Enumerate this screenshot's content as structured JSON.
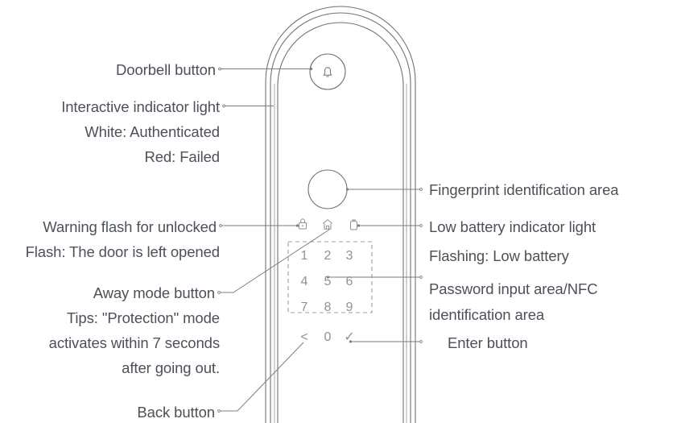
{
  "diagram": {
    "title": "Smart door lock front panel callout diagram",
    "colors": {
      "text": "#4c5159",
      "keycap_text": "#8d9298",
      "outline": "#6e7277",
      "leader_line": "#7a7e83",
      "dashed_box": "#9aa0a6",
      "background": "#ffffff"
    }
  },
  "labels_left": [
    {
      "id": "doorbell-button",
      "text": "Doorbell button"
    },
    {
      "id": "interactive-indicator",
      "text": "Interactive indicator light"
    },
    {
      "id": "white-authenticated",
      "text": "White: Authenticated"
    },
    {
      "id": "red-failed",
      "text": "Red: Failed"
    },
    {
      "id": "warning-flash",
      "text": "Warning flash for unlocked"
    },
    {
      "id": "flash-door-opened",
      "text": "Flash: The door is left opened"
    },
    {
      "id": "away-mode-button",
      "text": "Away mode button"
    },
    {
      "id": "tips-protection-1",
      "text": "Tips: \"Protection\" mode"
    },
    {
      "id": "tips-protection-2",
      "text": "activates within 7 seconds"
    },
    {
      "id": "tips-protection-3",
      "text": "after going out."
    },
    {
      "id": "back-button",
      "text": "Back button"
    }
  ],
  "labels_right": [
    {
      "id": "fingerprint-area",
      "text": "Fingerprint identification area"
    },
    {
      "id": "low-battery-indicator",
      "text": "Low battery indicator light"
    },
    {
      "id": "flashing-low-battery",
      "text": "Flashing: Low battery"
    },
    {
      "id": "password-input-area-1",
      "text": "Password input area/NFC"
    },
    {
      "id": "password-input-area-2",
      "text": "identification area"
    },
    {
      "id": "enter-button",
      "text": "Enter button"
    }
  ],
  "device": {
    "doorbell_icon": "bell-icon",
    "fingerprint_icon": "fingerprint-circle",
    "status_icons": [
      {
        "id": "lock-icon",
        "name": "lock-icon"
      },
      {
        "id": "home-icon",
        "name": "home-icon"
      },
      {
        "id": "battery-icon",
        "name": "battery-icon"
      }
    ],
    "keypad": {
      "rows": [
        [
          "1",
          "2",
          "3"
        ],
        [
          "4",
          "5",
          "6"
        ],
        [
          "7",
          "8",
          "9"
        ]
      ],
      "bottom_row": [
        "<",
        "0",
        "✓"
      ],
      "bottom_row_names": [
        "back-key",
        "zero-key",
        "enter-key"
      ]
    }
  }
}
